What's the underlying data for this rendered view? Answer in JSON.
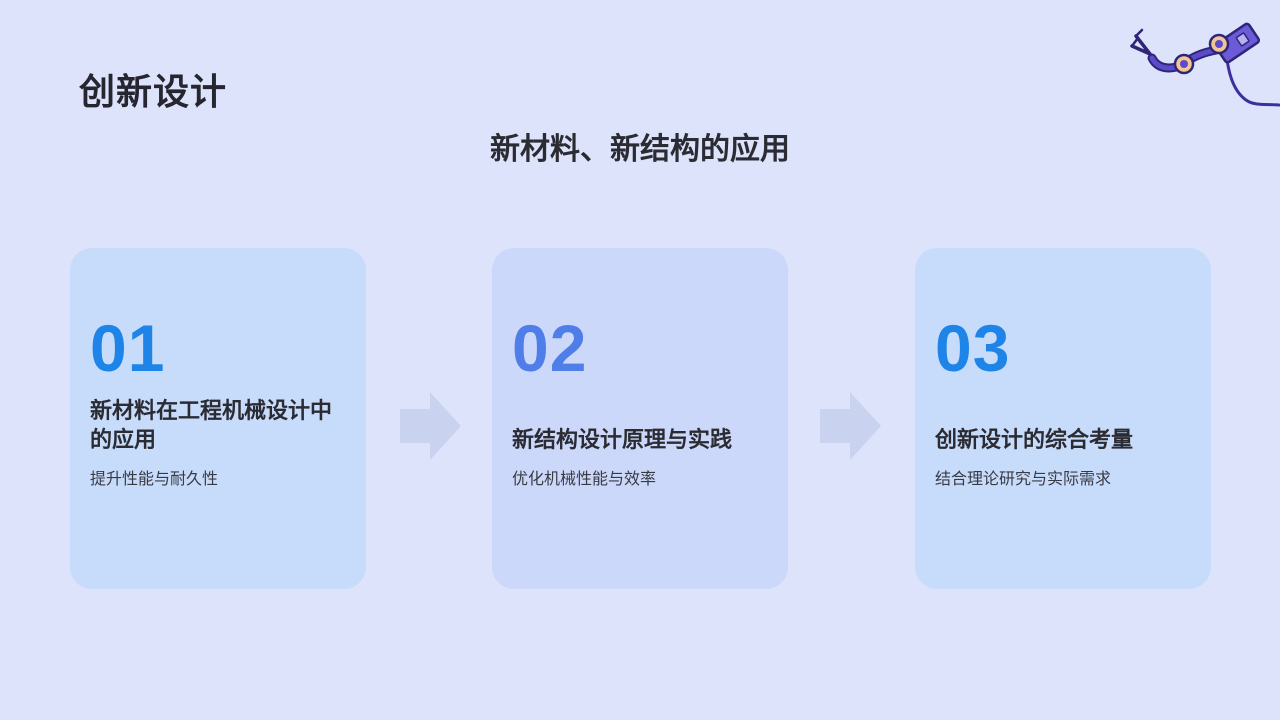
{
  "page": {
    "title": "创新设计",
    "subtitle": "新材料、新结构的应用"
  },
  "cards": [
    {
      "number": "01",
      "title": "新材料在工程机械设计中的应用",
      "description": "提升性能与耐久性"
    },
    {
      "number": "02",
      "title": "新结构设计原理与实践",
      "description": "优化机械性能与效率"
    },
    {
      "number": "03",
      "title": "创新设计的综合考量",
      "description": "结合理论研究与实际需求"
    }
  ],
  "colors": {
    "background": "#dde3fb",
    "card_blue": "#c7dcfa",
    "card_lavender": "#ccd8f9",
    "number_blue": "#1f84e8",
    "number_indigo": "#4f7ee8",
    "arrow": "#c9d3ef",
    "robot_arm_purple": "#5b4ac9",
    "robot_arm_joint": "#f2c693"
  },
  "icons": [
    "robot-arm-icon",
    "arrow-right-icon"
  ]
}
